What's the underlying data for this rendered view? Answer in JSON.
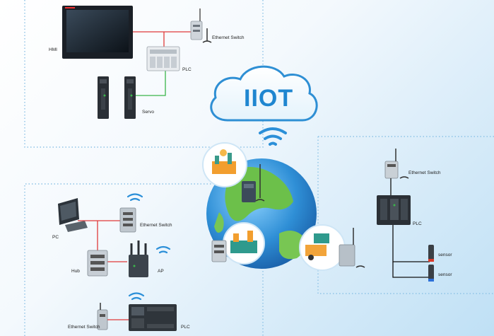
{
  "center": {
    "title": "IIOT"
  },
  "top_left": {
    "hmi": "HMI",
    "plc": "PLC",
    "servo": "Servo",
    "switch": "Ethernet Switch"
  },
  "right": {
    "switch": "Ethernet Switch",
    "plc": "PLC",
    "sensor_1": "sensor",
    "sensor_2": "sensor"
  },
  "bottom_left": {
    "pc": "PC",
    "switch_top": "Ethernet Switch",
    "hub": "Hub",
    "ap": "AP",
    "switch_bottom": "Ethernet Switch",
    "plc": "PLC"
  },
  "colors": {
    "accent": "#1f86d0",
    "red_link": "#e03a3a",
    "green_link": "#3bb54a",
    "frame": "#8ec3e6"
  }
}
